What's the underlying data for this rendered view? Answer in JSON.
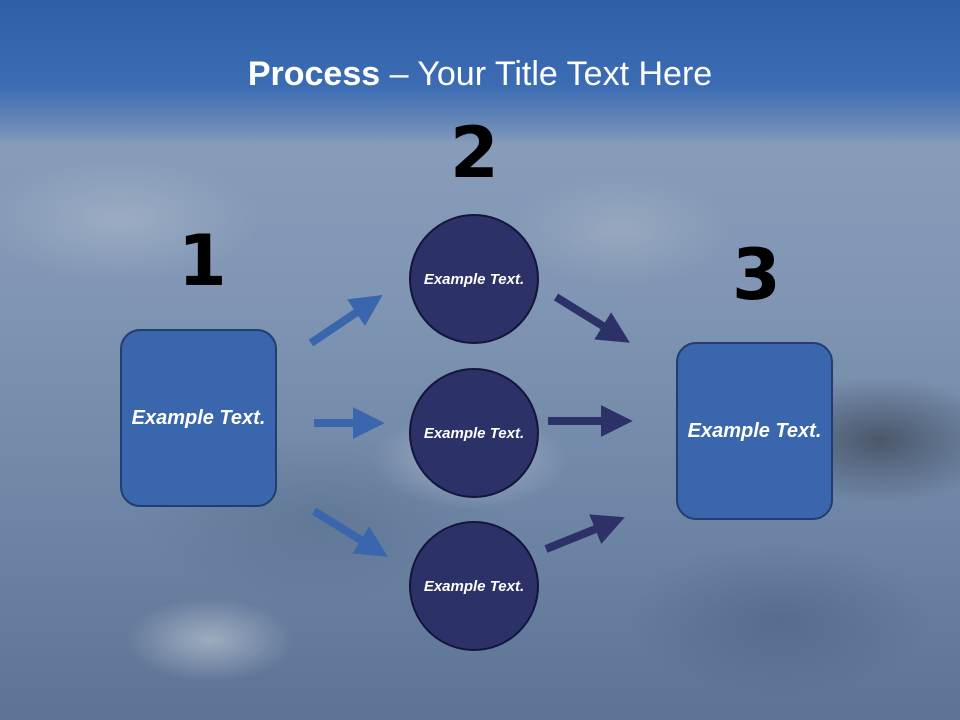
{
  "title": {
    "bold": "Process",
    "rest": " – Your Title Text Here"
  },
  "steps": {
    "one": "1",
    "two": "2",
    "three": "3"
  },
  "left_box": {
    "text": "Example Text."
  },
  "right_box": {
    "text": "Example Text."
  },
  "circles": [
    {
      "text": "Example Text."
    },
    {
      "text": "Example Text."
    },
    {
      "text": "Example Text."
    }
  ],
  "colors": {
    "header": "#2f5fa6",
    "box_fill": "#3a66ad",
    "circle_fill": "#2c3168",
    "arrow_left": "#3a66ad",
    "arrow_right": "#2c3168"
  }
}
